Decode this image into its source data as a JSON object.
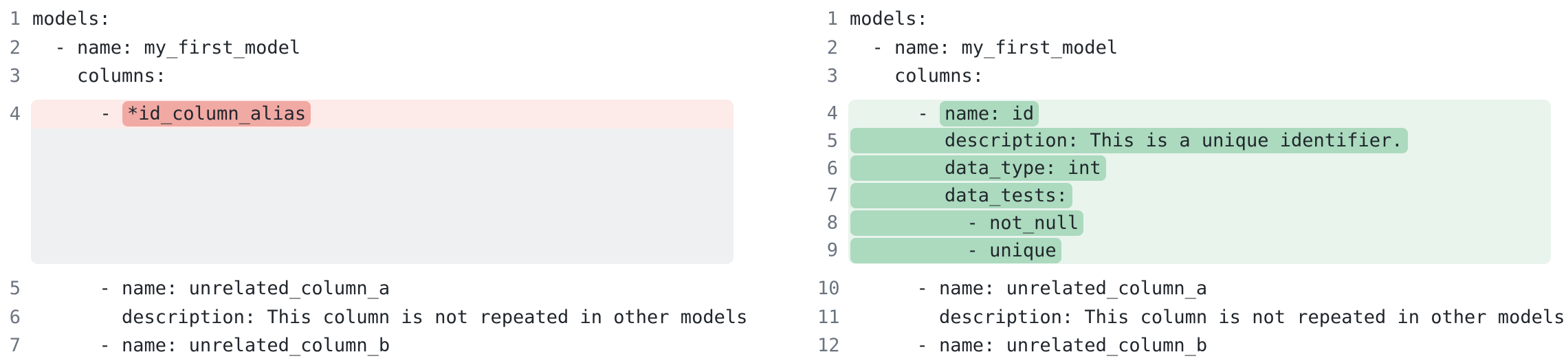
{
  "colors": {
    "background": "#ffffff",
    "code_text": "#21262c",
    "line_number": "#6b7480",
    "removed_row_bg": "#fcebe9",
    "removed_word_bg": "#f1a9a3",
    "filler_bg": "#eef0f1",
    "added_row_bg": "#e9f4ed",
    "added_word_bg": "#abdabe"
  },
  "left": {
    "lines_before": [
      {
        "num": "1",
        "text": "models:"
      },
      {
        "num": "2",
        "text": "  - name: my_first_model"
      },
      {
        "num": "3",
        "text": "    columns:"
      }
    ],
    "removed": {
      "num": "4",
      "prefix": "      - ",
      "mark": "*id_column_alias"
    },
    "lines_after": [
      {
        "num": "5",
        "text": "      - name: unrelated_column_a"
      },
      {
        "num": "6",
        "text": "        description: This column is not repeated in other models"
      },
      {
        "num": "7",
        "text": "      - name: unrelated_column_b"
      }
    ]
  },
  "right": {
    "lines_before": [
      {
        "num": "1",
        "text": "models:"
      },
      {
        "num": "2",
        "text": "  - name: my_first_model"
      },
      {
        "num": "3",
        "text": "    columns:"
      }
    ],
    "added": [
      {
        "num": "4",
        "prefix": "      - ",
        "mark": "name: id"
      },
      {
        "num": "5",
        "prefix": "",
        "mark": "        description: This is a unique identifier."
      },
      {
        "num": "6",
        "prefix": "",
        "mark": "        data_type: int"
      },
      {
        "num": "7",
        "prefix": "",
        "mark": "        data_tests:"
      },
      {
        "num": "8",
        "prefix": "",
        "mark": "          - not_null"
      },
      {
        "num": "9",
        "prefix": "",
        "mark": "          - unique"
      }
    ],
    "lines_after": [
      {
        "num": "10",
        "text": "      - name: unrelated_column_a"
      },
      {
        "num": "11",
        "text": "        description: This column is not repeated in other models"
      },
      {
        "num": "12",
        "text": "      - name: unrelated_column_b"
      }
    ]
  }
}
